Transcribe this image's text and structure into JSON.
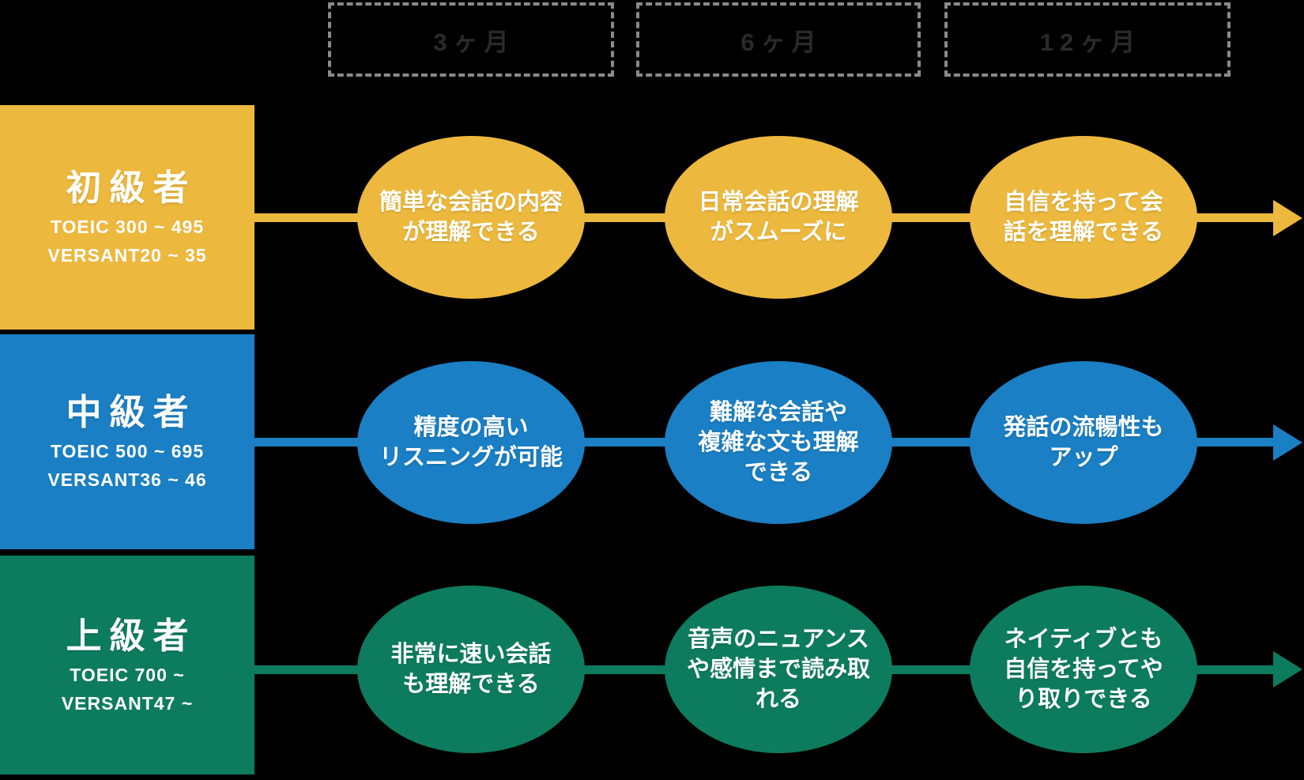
{
  "palette": {
    "background": "#000000",
    "beginner_yellow": "#ECB83D",
    "intermediate_blue": "#1A7FC4",
    "advanced_green": "#0D7C5E",
    "dashed_border_gray": "#8a8a8a",
    "period_text_dark": "#2a2a2a",
    "text_white": "#ffffff"
  },
  "timeline": {
    "periods": [
      {
        "label": "3ヶ月"
      },
      {
        "label": "6ヶ月"
      },
      {
        "label": "12ヶ月"
      }
    ]
  },
  "levels": [
    {
      "name": "初級者",
      "toeic": "TOEIC 300 ~ 495",
      "versant": "VERSANT20 ~ 35",
      "milestones": [
        "簡単な会話の内容\nが理解できる",
        "日常会話の理解\nがスムーズに",
        "自信を持って会\n話を理解できる"
      ]
    },
    {
      "name": "中級者",
      "toeic": "TOEIC 500 ~ 695",
      "versant": "VERSANT36 ~ 46",
      "milestones": [
        "精度の高い\nリスニングが可能",
        "難解な会話や\n複雑な文も理解\nできる",
        "発話の流暢性も\nアップ"
      ]
    },
    {
      "name": "上級者",
      "toeic": "TOEIC 700 ~",
      "versant": "VERSANT47 ~",
      "milestones": [
        "非常に速い会話\nも理解できる",
        "音声のニュアンス\nや感情まで読み取\nれる",
        "ネイティブとも\n自信を持ってや\nり取りできる"
      ]
    }
  ]
}
